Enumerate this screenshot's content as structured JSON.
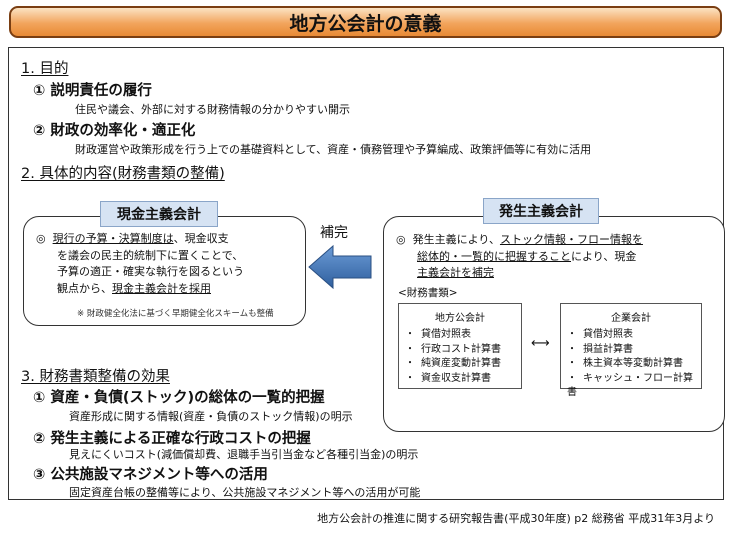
{
  "title": "地方公会計の意義",
  "section1": {
    "heading": "1. 目的",
    "items": [
      {
        "label": "①  説明責任の履行",
        "desc": "住民や議会、外部に対する財務情報の分かりやすい開示"
      },
      {
        "label": "②  財政の効率化・適正化",
        "desc": "財政運営や政策形成を行う上での基礎資料として、資産・債務管理や予算編成、政策評価等に有効に活用"
      }
    ]
  },
  "section2": {
    "heading": "2. 具体的内容(財務書類の整備)",
    "cash": {
      "label": "現金主義会計",
      "mark": "◎",
      "line1_u": "現行の予算・決算制度は",
      "line1_rest": "、現金収支",
      "line2": "を議会の民主的統制下に置くことで、",
      "line3": "予算の適正・確実な執行を図るという",
      "line4_pre": "観点から、",
      "line4_u": "現金主義会計を採用",
      "note": "※ 財政健全化法に基づく早期健全化スキームも整備"
    },
    "supplement": "補完",
    "accrual": {
      "label": "発生主義会計",
      "mark": "◎",
      "line1_pre": "発生主義により、",
      "line1_u": "ストック情報・フロー情報を",
      "line2_u": "総体的・一覧的に把握すること",
      "line2_rest": "により、現金",
      "line3_u": "主義会計を補完",
      "statements_label": "<財務書類>",
      "local": {
        "title": "地方公会計",
        "items": [
          "貸借対照表",
          "行政コスト計算書",
          "純資産変動計算書",
          "資金収支計算書"
        ]
      },
      "arrow": "⟷",
      "corporate": {
        "title": "企業会計",
        "items": [
          "貸借対照表",
          "損益計算書",
          "株主資本等変動計算書",
          "キャッシュ・フロー計算書"
        ]
      }
    }
  },
  "section3": {
    "heading": "3. 財務書類整備の効果",
    "items": [
      {
        "label": "①  資産・負債(ストック)の総体の一覧的把握",
        "desc": "資産形成に関する情報(資産・負債のストック情報)の明示"
      },
      {
        "label": "②  発生主義による正確な行政コストの把握",
        "desc": "見えにくいコスト(減価償却費、退職手当引当金など各種引当金)の明示"
      },
      {
        "label": "③  公共施設マネジメント等への活用",
        "desc": "固定資産台帳の整備等により、公共施設マネジメント等への活用が可能"
      }
    ]
  },
  "footer": "地方公会計の推進に関する研究報告書(平成30年度) p2 総務省 平成31年3月より"
}
